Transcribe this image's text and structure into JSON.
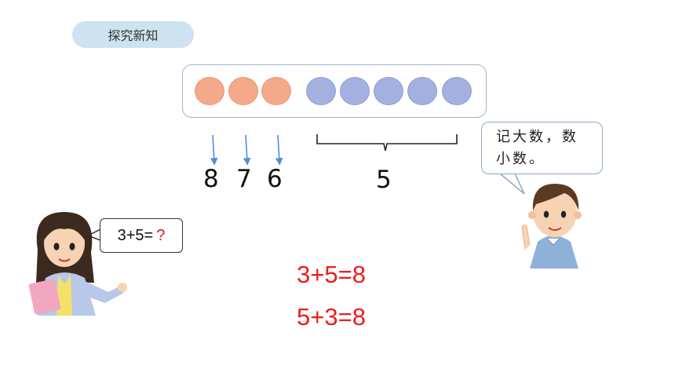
{
  "header": {
    "title": "探究新知"
  },
  "counter": {
    "orange_count": 3,
    "blue_count": 5
  },
  "labels": {
    "eight": "8",
    "seven": "7",
    "six": "6",
    "five": "5"
  },
  "boy_speech": {
    "line1": "记大数，数",
    "line2": "小数。"
  },
  "girl_speech": {
    "expr": "3+5=",
    "question": "?"
  },
  "equations": {
    "first": "3+5=8",
    "second": "5+3=8"
  },
  "colors": {
    "orange": "#f4a98a",
    "blue": "#a4b1e0",
    "equation_red": "#ee1c1c",
    "arrow_blue": "#4a90d9",
    "pill_bg": "#cde3ef"
  }
}
